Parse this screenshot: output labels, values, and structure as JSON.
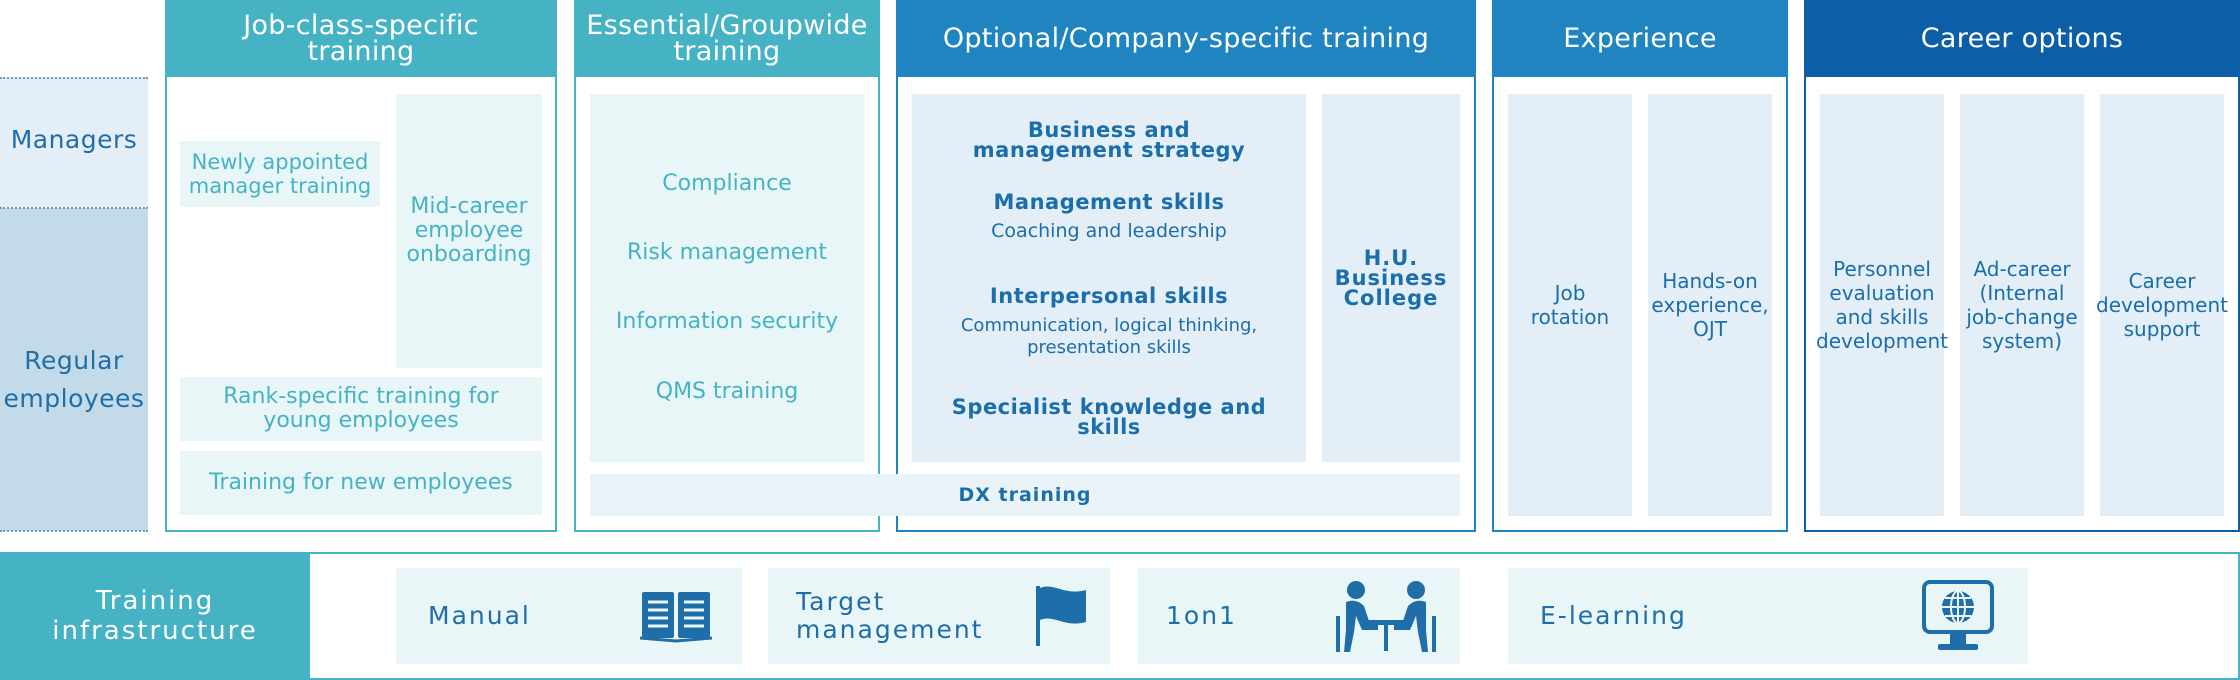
{
  "rows": {
    "managers": "Managers",
    "regular": "Regular employees"
  },
  "columns": {
    "job_class": "Job-class-specific training",
    "essential": "Essential/Groupwide training",
    "optional": "Optional/Company-specific training",
    "experience": "Experience",
    "career": "Career options"
  },
  "job_class": {
    "newly_appointed": "Newly appointed manager training",
    "mid_career": "Mid-career employee onboarding",
    "rank_specific": "Rank-specific training for young employees",
    "new_employees": "Training for new employees"
  },
  "essential": {
    "items": [
      "Compliance",
      "Risk management",
      "Information security",
      "QMS training"
    ]
  },
  "optional": {
    "business": "Business and management strategy",
    "mgmt_skills": "Management skills",
    "mgmt_skills_sub": "Coaching and leadership",
    "interpersonal": "Interpersonal skills",
    "interpersonal_sub": "Communication, logical thinking, presentation skills",
    "specialist": "Specialist knowledge and skills",
    "hu_college": "H.U. Business College",
    "dx": "DX training"
  },
  "experience": {
    "job_rotation": "Job rotation",
    "hands_on": "Hands-on experience, OJT"
  },
  "career": {
    "personnel": "Personnel evaluation and skills development",
    "ad_career": "Ad-career (Internal job-change system)",
    "development": "Career development support"
  },
  "infrastructure": {
    "label": "Training infrastructure",
    "items": [
      {
        "label": "Manual",
        "icon": "book-icon"
      },
      {
        "label": "Target management",
        "icon": "flag-icon"
      },
      {
        "label": "1on1",
        "icon": "meeting-icon"
      },
      {
        "label": "E-learning",
        "icon": "computer-globe-icon"
      }
    ]
  },
  "colors": {
    "teal": "#46b3c5",
    "blue": "#1f84bf",
    "navy": "#0c5fa7",
    "text_blue": "#1a6ea9"
  }
}
